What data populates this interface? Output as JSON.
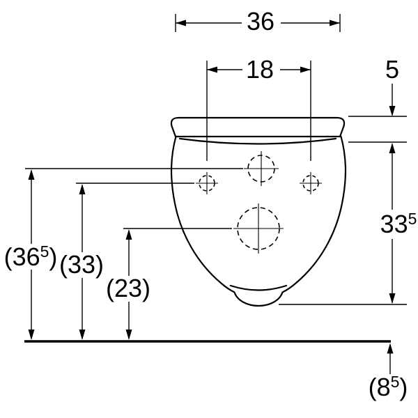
{
  "drawing": {
    "type": "technical-dimension-drawing",
    "subject": "wall-hung-toilet-rear-view",
    "units_note": "",
    "dimensions": {
      "top_width": {
        "main": "36",
        "sup": "",
        "close": ""
      },
      "hole_spacing": {
        "main": "18",
        "sup": "",
        "close": ""
      },
      "lid_offset": {
        "main": "5",
        "sup": "",
        "close": ""
      },
      "body_height": {
        "main": "33",
        "sup": "5",
        "close": ""
      },
      "height_supply": {
        "main": "(36",
        "sup": "5",
        "close": ")"
      },
      "height_bolts": {
        "main": "(33)",
        "sup": "",
        "close": ""
      },
      "height_drain": {
        "main": "(23)",
        "sup": "",
        "close": ""
      },
      "floor_gap": {
        "main": "(8",
        "sup": "5",
        "close": ")"
      }
    }
  }
}
